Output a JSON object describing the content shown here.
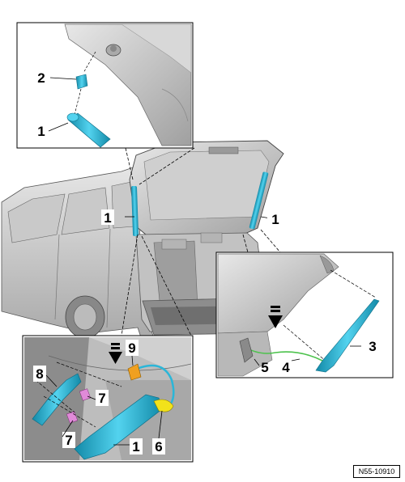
{
  "callouts": {
    "top_inset_1": "1",
    "top_inset_2": "2",
    "main_left_1": "1",
    "main_right_1": "1",
    "right_inset_3": "3",
    "right_inset_4": "4",
    "right_inset_5": "5",
    "bottom_inset_1": "1",
    "bottom_inset_6": "6",
    "bottom_inset_7a": "7",
    "bottom_inset_7b": "7",
    "bottom_inset_8": "8",
    "bottom_inset_9": "9"
  },
  "figure_id": "N55-10910",
  "colors": {
    "strut": "#2bb6d8",
    "strut_dark": "#138aa8",
    "wire_green": "#4cc24c",
    "clip_pink": "#e08ad8",
    "connector_orange": "#f0a020",
    "seal_yellow": "#f2e21a",
    "car_light": "#d9d9d9",
    "car_mid": "#b5b5b5",
    "car_dark": "#7a7a7a"
  }
}
